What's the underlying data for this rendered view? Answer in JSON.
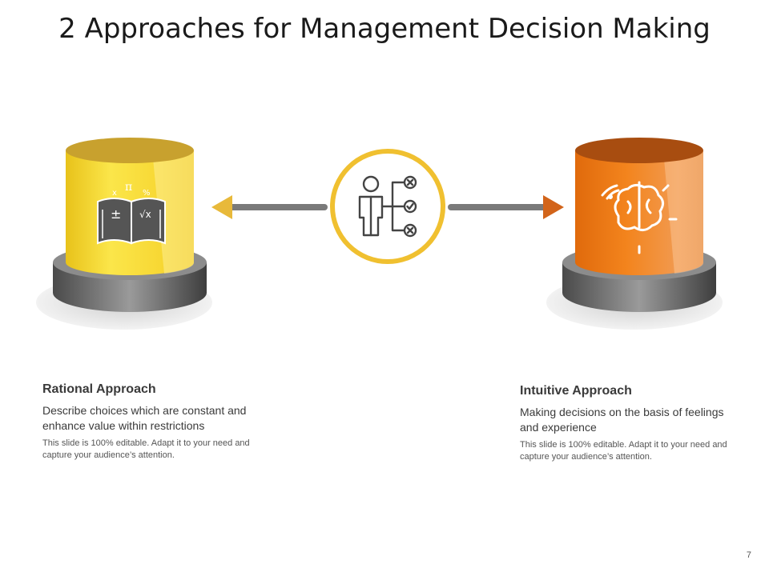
{
  "slide": {
    "title": "2 Approaches for Management Decision Making",
    "page_number": "7"
  },
  "left": {
    "heading": "Rational Approach",
    "description": "Describe choices which are constant and enhance value within restrictions",
    "note": "This slide is 100% editable. Adapt it to your need and capture your audience’s attention.",
    "icon": "math-book-icon",
    "color": "#f4d635"
  },
  "right": {
    "heading": "Intuitive Approach",
    "description": "Making decisions on the basis of feelings and experience",
    "note": "This slide is 100% editable. Adapt it to your need and capture your audience’s attention.",
    "icon": "brain-icon",
    "color": "#ec7a1c"
  },
  "center": {
    "icon": "decision-person-icon",
    "ring_color": "#f0c030"
  }
}
